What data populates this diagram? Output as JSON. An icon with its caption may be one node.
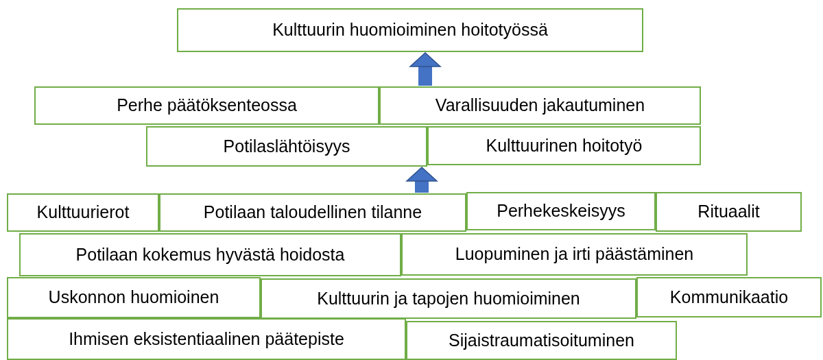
{
  "diagram": {
    "nodes": [
      {
        "text": [
          "Kulttuurin huomioiminen hoitotyössä"
        ]
      },
      {
        "text": [
          "Perhe päätöksenteossa"
        ]
      },
      {
        "text": [
          "Varallisuuden jakautuminen"
        ]
      },
      {
        "text": [
          "Potilaslähtöisyys"
        ]
      },
      {
        "text": [
          "Kulttuurinen hoitotyö"
        ]
      },
      {
        "text": [
          "Kulttuurierot"
        ]
      },
      {
        "text": [
          "Potilaan taloudellinen tilanne"
        ]
      },
      {
        "text": [
          "Perhekeskeisyys"
        ]
      },
      {
        "text": [
          "Rituaalit"
        ]
      },
      {
        "text": [
          "Potilaan kokemus hyvästä hoidosta"
        ]
      },
      {
        "text": [
          "Luopuminen ja irti päästäminen"
        ]
      },
      {
        "text": [
          "Uskonnon huomioinen"
        ]
      },
      {
        "text": [
          "Kulttuurin ja tapojen huomioiminen"
        ]
      },
      {
        "text": [
          "Kommunikaatio"
        ]
      },
      {
        "text": [
          "Ihmisen eksistentiaalinen päätepiste"
        ]
      },
      {
        "text": [
          "Sijaistraumatisoituminen"
        ]
      }
    ],
    "edges": [
      {
        "from": 6,
        "to": 3,
        "arrow": "to"
      },
      {
        "from": 2,
        "to": 0,
        "arrow": "to"
      }
    ]
  }
}
